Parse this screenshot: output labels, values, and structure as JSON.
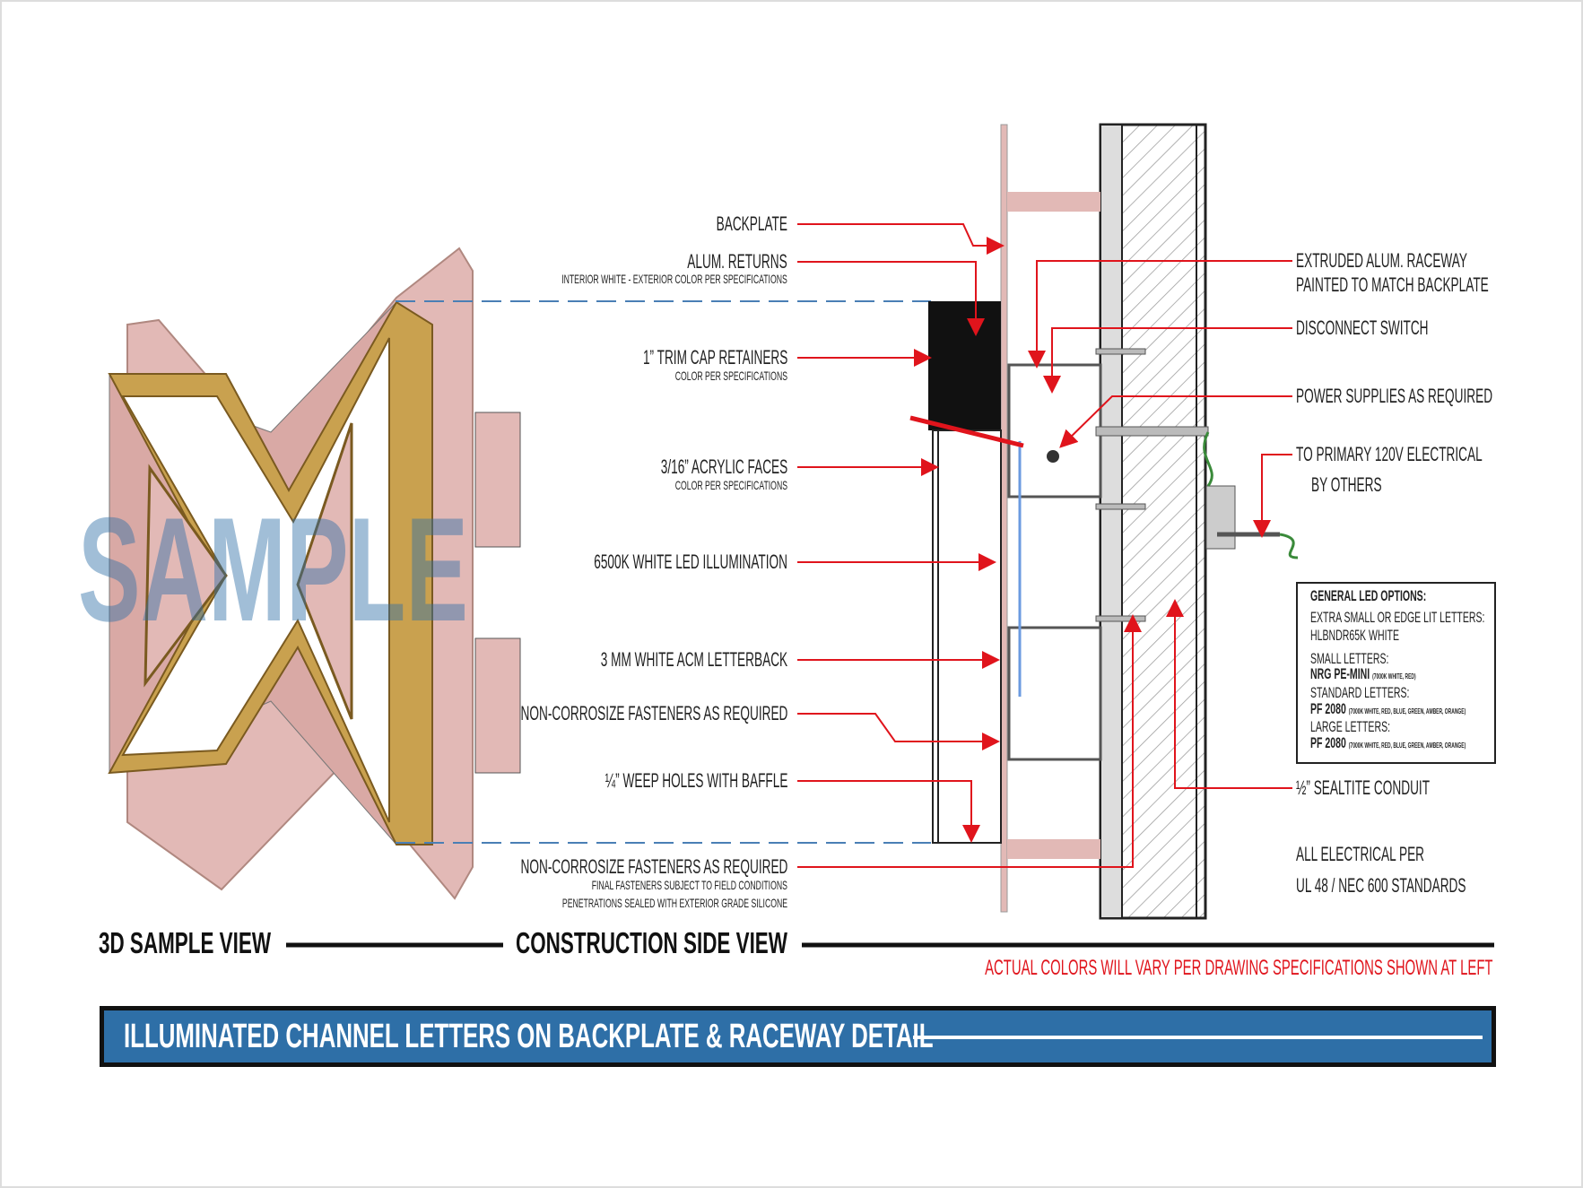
{
  "watermark": "SAMPLE",
  "left_labels": [
    {
      "title": "BACKPLATE"
    },
    {
      "title": "ALUM. RETURNS",
      "sub": "INTERIOR WHITE - EXTERIOR COLOR PER SPECIFICATIONS"
    },
    {
      "title": "1” TRIM CAP RETAINERS",
      "sub": "COLOR PER SPECIFICATIONS"
    },
    {
      "title": "3/16” ACRYLIC FACES",
      "sub": "COLOR PER SPECIFICATIONS"
    },
    {
      "title": "6500K WHITE LED ILLUMINATION"
    },
    {
      "title": "3 MM WHITE ACM LETTERBACK"
    },
    {
      "title": "NON-CORROSIZE FASTENERS AS REQUIRED"
    },
    {
      "title": "¼” WEEP HOLES WITH BAFFLE"
    },
    {
      "title": "NON-CORROSIZE FASTENERS AS REQUIRED",
      "sub": "FINAL FASTENERS SUBJECT TO FIELD CONDITIONS",
      "sub2": "PENETRATIONS SEALED WITH EXTERIOR GRADE SILICONE"
    }
  ],
  "right_labels": {
    "raceway_1": "EXTRUDED ALUM. RACEWAY",
    "raceway_2": "PAINTED TO MATCH BACKPLATE",
    "disconnect": "DISCONNECT SWITCH",
    "power": "POWER SUPPLIES AS REQUIRED",
    "primary_1": "TO PRIMARY 120V ELECTRICAL",
    "primary_2": "BY OTHERS",
    "conduit": "½” SEALTITE CONDUIT",
    "electrical_1": "ALL ELECTRICAL PER",
    "electrical_2": "UL 48 / NEC 600 STANDARDS"
  },
  "led_options": {
    "title": "GENERAL LED OPTIONS:",
    "xs_label": "EXTRA SMALL OR EDGE LIT LETTERS:",
    "xs_value": "HLBNDR65K WHITE",
    "small_label": "SMALL LETTERS:",
    "small_value": "NRG PE-MINI",
    "small_note": "(7000K WHITE, RED)",
    "std_label": "STANDARD LETTERS:",
    "std_value": "PF 2080",
    "std_note": "(7000K WHITE, RED, BLUE, GREEN, AMBER, ORANGE)",
    "large_label": "LARGE LETTERS:",
    "large_value": "PF 2080",
    "large_note": "(7000K WHITE, RED, BLUE, GREEN, AMBER, ORANGE)"
  },
  "section_titles": {
    "sample": "3D SAMPLE VIEW",
    "construction": "CONSTRUCTION SIDE VIEW"
  },
  "disclaimer": "ACTUAL COLORS WILL VARY PER DRAWING SPECIFICATIONS SHOWN AT LEFT",
  "banner_title": "ILLUMINATED CHANNEL LETTERS ON BACKPLATE & RACEWAY DETAIL",
  "colors": {
    "accent": "#2e6fa7",
    "callout": "#e0141c",
    "backplate": "#e2b9b6",
    "gold": "#c9a14f"
  }
}
